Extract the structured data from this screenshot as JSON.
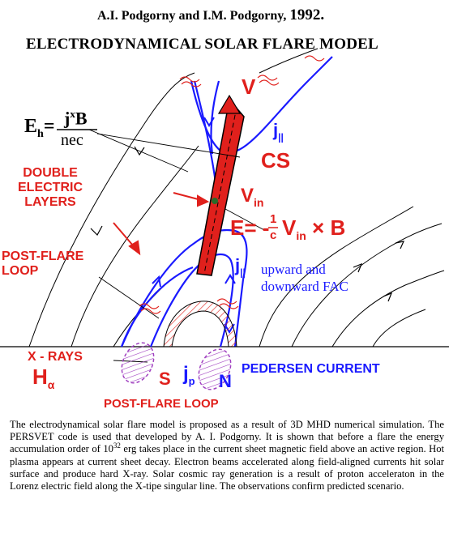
{
  "header": {
    "authors": "A.I. Podgorny and I.M. Podgorny,",
    "year": "1992.",
    "title": "ELECTRODYNAMICAL SOLAR FLARE MODEL"
  },
  "formula_eh": {
    "lhs": "E",
    "lhs_sub": "h",
    "eq": "=",
    "num_j": "j",
    "num_x": "x",
    "num_b": "B",
    "den": "nec"
  },
  "formula_e": {
    "lhs": "E= -",
    "frac_num": "1",
    "frac_den": "c",
    "v": "V",
    "v_sub": "in",
    "cross": "×",
    "b": "B"
  },
  "labels": {
    "v_top": "V",
    "j_parallel_top": "j",
    "j_parallel_top_sub": "||",
    "cs": "CS",
    "v_in": "V",
    "v_in_sub": "in",
    "double_layers": [
      "DOUBLE",
      "ELECTRIC",
      "LAYERS"
    ],
    "post_flare_loop_left": [
      "POST-FLARE",
      "LOOP"
    ],
    "j_parallel_mid": "j",
    "j_parallel_mid_sub": "||",
    "upward_fac": [
      "upward and",
      "downward FAC"
    ],
    "x_rays": "X - RAYS",
    "h_alpha": "H",
    "h_alpha_sub": "α",
    "s": "S",
    "n": "N",
    "jp": "j",
    "jp_sub": "p",
    "pedersen": "PEDERSEN CURRENT",
    "post_flare_loop_bottom": "POST-FLARE  LOOP"
  },
  "colors": {
    "red": "#e0201c",
    "blue": "#1a1aff",
    "purple": "#a040c0",
    "black": "#000000"
  },
  "description": {
    "p1": "The electrodynamical solar flare model is proposed as a result of 3D  MHD  numerical simulation. The PERSVET  code is used  that  developed by  A. I. Podgorny. It is shown that before a flare  the energy accumulation order of 10",
    "p1_sup": "32",
    "p2": " erg takes place in  the  current sheet magnetic field above an active region. Hot plasma  appears  at current sheet decay. Electron beams  accelerated  along  field-aligned  currents hit solar surface and produce hard  X-ray.  Solar  cosmic ray  generation is a result of  proton  acceleraton in the Lorenz electric field along  the X-tipe singular line. The observations confirm predicted scenario."
  }
}
